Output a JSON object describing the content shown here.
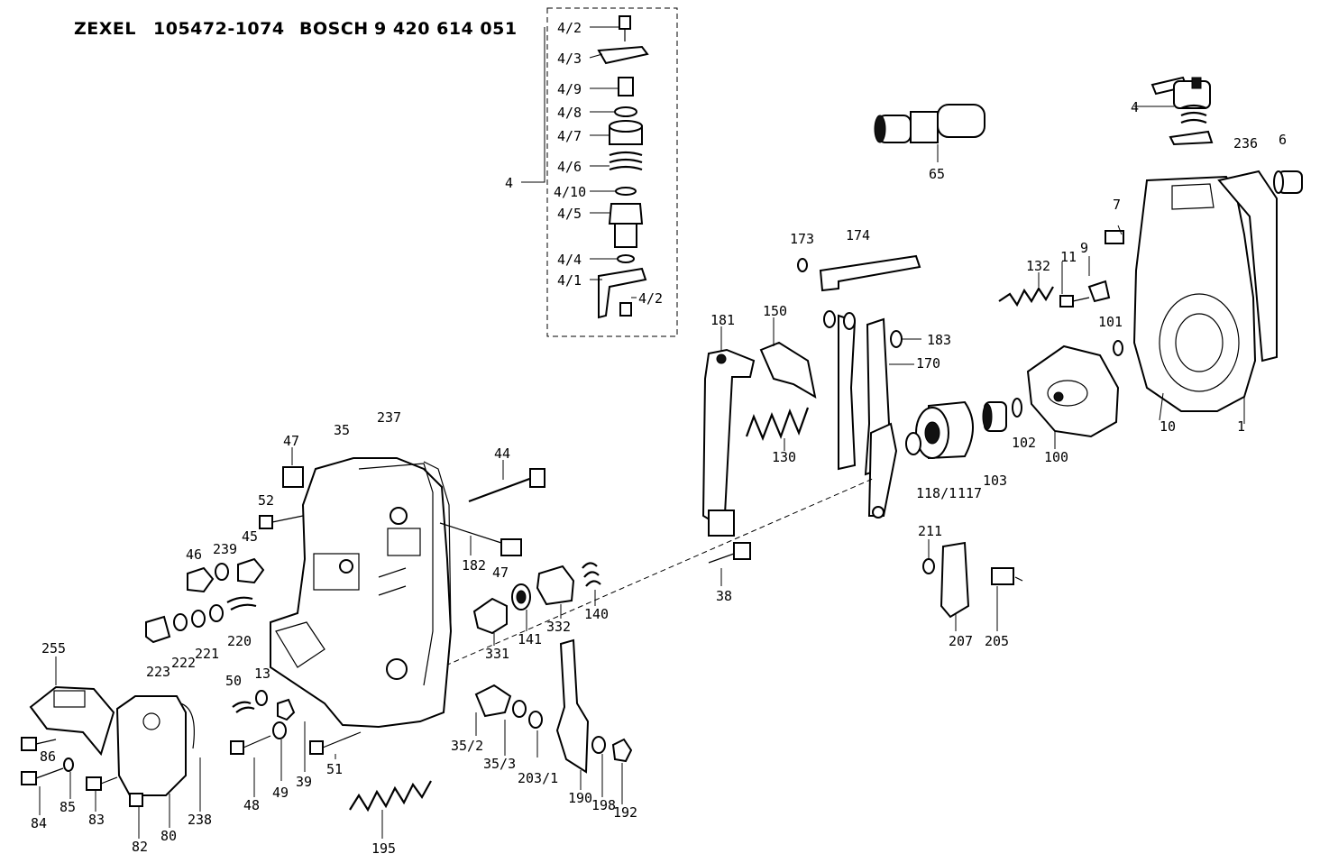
{
  "header": {
    "brand1": "ZEXEL",
    "part1": "105472-1074",
    "brand2": "BOSCH",
    "part2": "9 420 614 051"
  },
  "labels": {
    "l4_2a": "4/2",
    "l4_3": "4/3",
    "l4_9": "4/9",
    "l4_8": "4/8",
    "l4_7": "4/7",
    "l4_6": "4/6",
    "l4_10": "4/10",
    "l4_5": "4/5",
    "l4_4": "4/4",
    "l4_1": "4/1",
    "l4_2b": "4/2",
    "l4": "4",
    "l65": "65",
    "l4r": "4",
    "l236": "236",
    "l6": "6",
    "l7": "7",
    "l9": "9",
    "l132": "132",
    "l11": "11",
    "l101": "101",
    "l10": "10",
    "l1": "1",
    "l100": "100",
    "l102": "102",
    "l103": "103",
    "l117": "117",
    "l118_1": "118/1",
    "l173": "173",
    "l174": "174",
    "l183": "183",
    "l170": "170",
    "l181": "181",
    "l150": "150",
    "l130": "130",
    "l211": "211",
    "l205": "205",
    "l207": "207",
    "l38": "38",
    "l47a": "47",
    "l35": "35",
    "l237": "237",
    "l44": "44",
    "l52": "52",
    "l45": "45",
    "l239": "239",
    "l46": "46",
    "l182": "182",
    "l47b": "47",
    "l220": "220",
    "l221": "221",
    "l222": "222",
    "l223": "223",
    "l331": "331",
    "l141": "141",
    "l332": "332",
    "l140": "140",
    "l255": "255",
    "l50": "50",
    "l13": "13",
    "l48": "48",
    "l49": "49",
    "l39": "39",
    "l51": "51",
    "l35_2": "35/2",
    "l35_3": "35/3",
    "l203_1": "203/1",
    "l190": "190",
    "l198": "198",
    "l192": "192",
    "l86": "86",
    "l85": "85",
    "l84": "84",
    "l83": "83",
    "l82": "82",
    "l80": "80",
    "l238": "238",
    "l195": "195"
  }
}
